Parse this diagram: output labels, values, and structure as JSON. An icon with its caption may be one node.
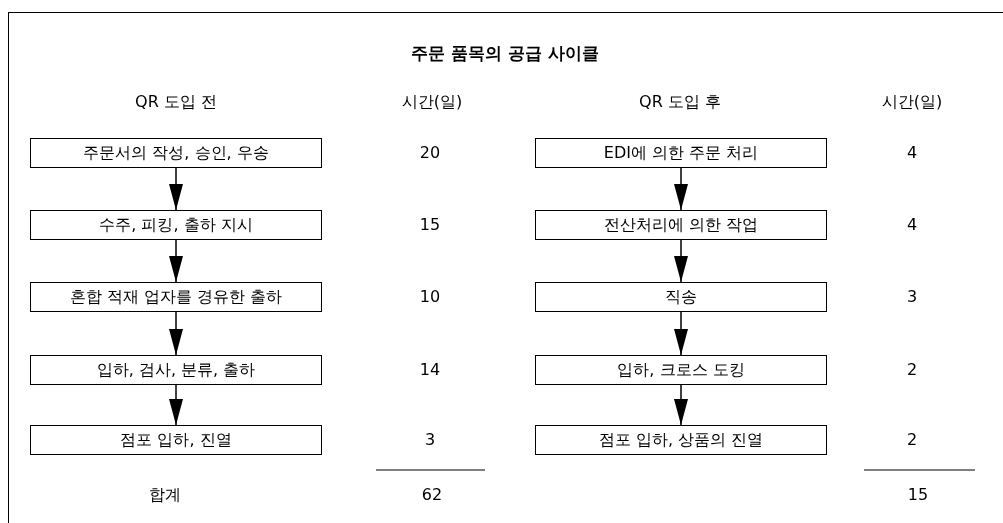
{
  "diagram": {
    "title": "주문 품목의 공급 사이클",
    "nodes": [
      {
        "text": [
          "주문서의 작성, 승인, 우송"
        ]
      },
      {
        "text": [
          "수주, 피킹, 출하 지시"
        ]
      },
      {
        "text": [
          "혼합 적재 업자를 경유한 출하"
        ]
      },
      {
        "text": [
          "입하, 검사, 분류, 출하"
        ]
      },
      {
        "text": [
          "점포 입하, 진열"
        ]
      },
      {
        "text": [
          "EDI에 의한 주문 처리"
        ]
      },
      {
        "text": [
          "전산처리에 의한 작업"
        ]
      },
      {
        "text": [
          "직송"
        ]
      },
      {
        "text": [
          "입하, 크로스 도킹"
        ]
      },
      {
        "text": [
          "점포 입하, 상품의 진열"
        ]
      }
    ],
    "edges": [
      {
        "from": 0,
        "to": 1,
        "arrow": "to"
      },
      {
        "from": 1,
        "to": 2,
        "arrow": "to"
      },
      {
        "from": 2,
        "to": 3,
        "arrow": "to"
      },
      {
        "from": 3,
        "to": 4,
        "arrow": "to"
      },
      {
        "from": 5,
        "to": 6,
        "arrow": "to"
      },
      {
        "from": 6,
        "to": 7,
        "arrow": "to"
      },
      {
        "from": 7,
        "to": 8,
        "arrow": "to"
      },
      {
        "from": 8,
        "to": 9,
        "arrow": "to"
      }
    ],
    "labels": [
      "QR 도입 전",
      "시간(일)",
      "QR 도입 후",
      "시간(일)",
      "20",
      "4",
      "15",
      "4",
      "10",
      "3",
      "14",
      "2",
      "3",
      "2",
      "합계",
      "62",
      "15"
    ]
  }
}
